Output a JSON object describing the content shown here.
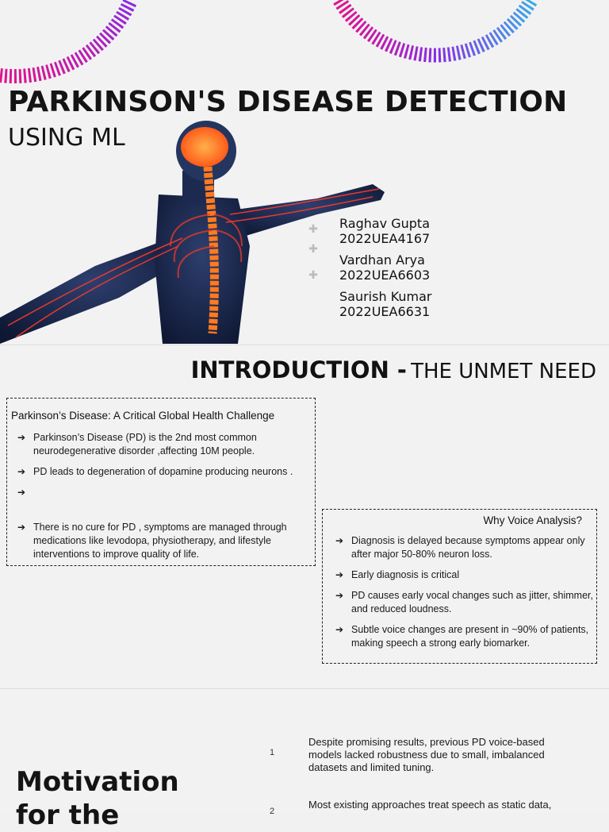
{
  "slide1": {
    "title": "PARKINSON'S DISEASE DETECTION",
    "subtitle": "USING ML",
    "authors": [
      {
        "name": "Raghav Gupta",
        "id": "2022UEA4167"
      },
      {
        "name": "Vardhan Arya",
        "id": "2022UEA6603"
      },
      {
        "name": "Saurish Kumar",
        "id": "2022UEA6631"
      }
    ]
  },
  "slide2": {
    "heading_bold": "INTRODUCTION -",
    "heading_light": "THE UNMET NEED",
    "box1": {
      "title": "Parkinson’s Disease: A Critical Global Health Challenge",
      "items": [
        "Parkinson’s Disease (PD) is the 2nd most common neurodegenerative disorder ,affecting 10M people.",
        "PD leads to degeneration of dopamine producing neurons .",
        "",
        "There is no cure for PD , symptoms are managed through medications like levodopa, physiotherapy, and lifestyle interventions to improve quality of life."
      ]
    },
    "box2": {
      "title": "Why Voice Analysis?",
      "items": [
        "Diagnosis is delayed because symptoms appear only after major 50-80% neuron loss.",
        "Early diagnosis is critical",
        "PD causes early vocal changes such as jitter, shimmer, and reduced loudness.",
        "Subtle voice changes are present in ~90% of patients, making speech a strong early biomarker."
      ]
    },
    "arrow": "➔"
  },
  "slide3": {
    "heading_line1": "Motivation",
    "heading_line2": "for the",
    "points": [
      {
        "num": "1",
        "text": "Despite promising results, previous PD voice-based models lacked robustness due to small, imbalanced datasets and limited tuning."
      },
      {
        "num": "2",
        "text": "Most existing approaches treat speech as static data,"
      }
    ]
  },
  "colors": {
    "ring_pink": "#e0148c",
    "ring_purple": "#8a2be2",
    "ring_blue": "#3aa8e8",
    "figure_glow": "#ff5a1a"
  }
}
